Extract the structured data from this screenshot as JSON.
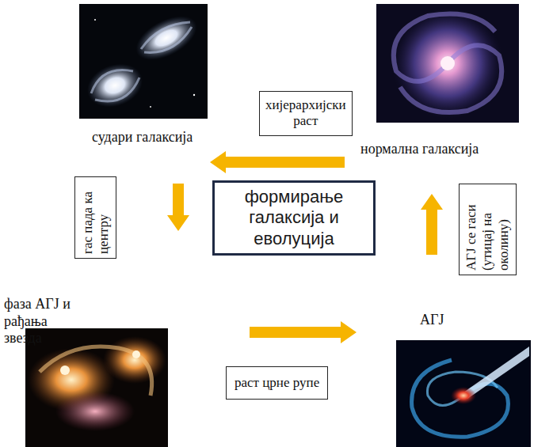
{
  "diagram": {
    "nodes": [
      {
        "text": [
          "хијерархијски раст"
        ]
      },
      {
        "text": [
          "гас пада ка центру"
        ]
      },
      {
        "text": [
          "формирање галаксија и еволуција"
        ]
      },
      {
        "text": [
          "АГЈ се гаси (утицај на околину)"
        ]
      },
      {
        "text": [
          "раст црне рупе"
        ]
      }
    ],
    "labels": [
      "судари галаксија",
      "нормална галаксија",
      "фаза АГЈ и рађања звезда",
      "АГЈ"
    ]
  }
}
